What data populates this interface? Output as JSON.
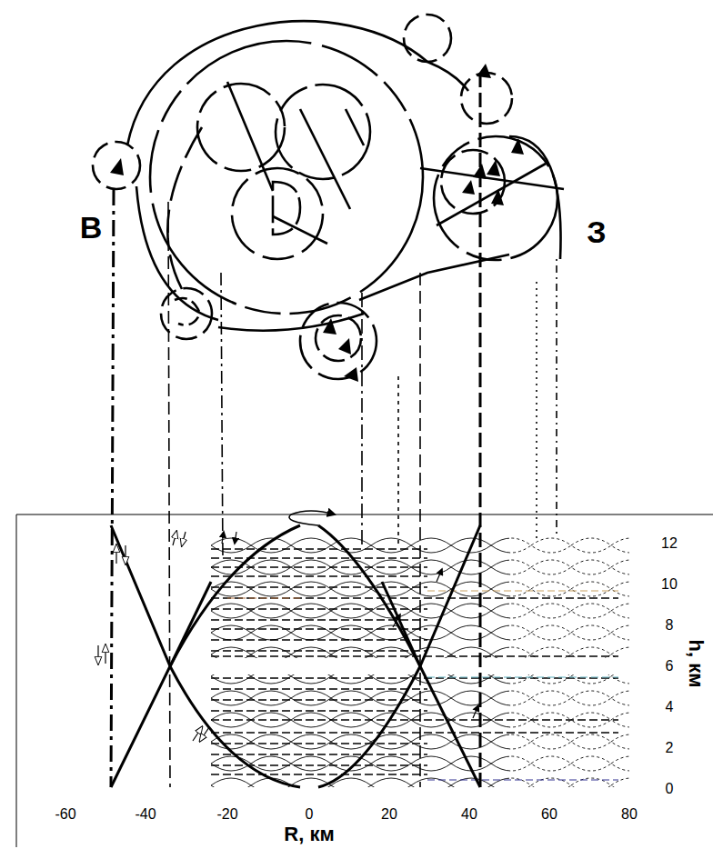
{
  "diagram": {
    "labels": [
      "В",
      "З",
      "12",
      "10",
      "8",
      "6",
      "4",
      "2",
      "0",
      "h, км",
      "-60",
      "-40",
      "-20",
      "0",
      "20",
      "40",
      "60",
      "80",
      "R, км"
    ]
  }
}
